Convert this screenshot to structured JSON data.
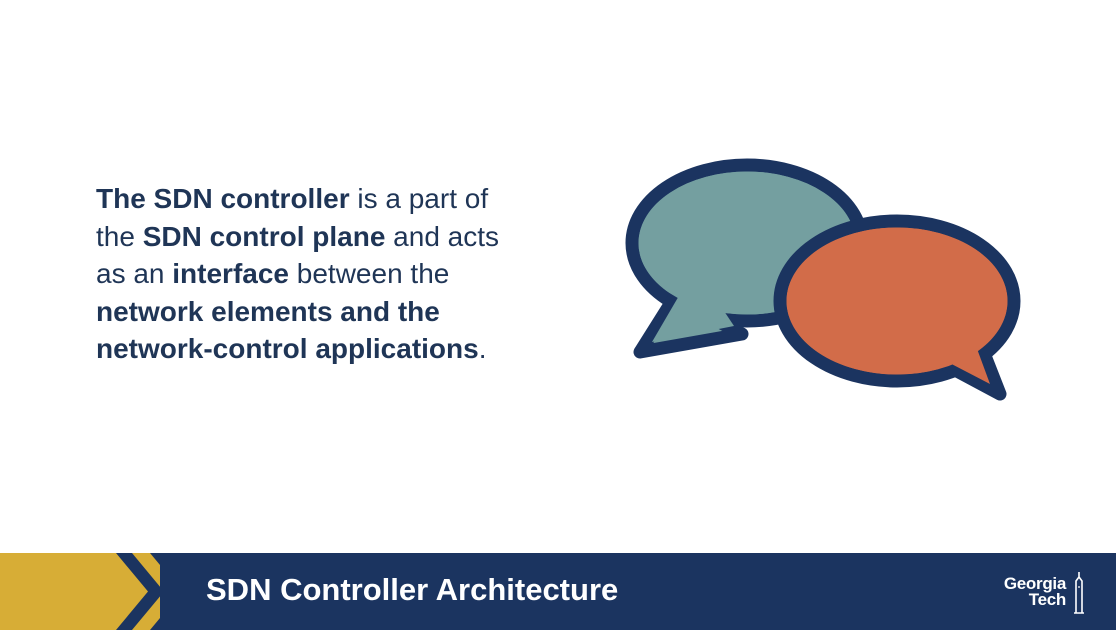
{
  "body_text": {
    "l1_bold": "The SDN controller",
    "l1_rest": " is a part of",
    "l2_pre": "the ",
    "l2_bold": "SDN control plane",
    "l2_rest": " and acts",
    "l3_pre": "as an ",
    "l3_bold": "interface",
    "l3_rest": " between the",
    "l4_bold": "network elements and the",
    "l5_bold": "network-control applications",
    "l5_rest": "."
  },
  "footer": {
    "title": "SDN Controller Architecture",
    "logo_line1": "Georgia",
    "logo_line2": "Tech"
  },
  "icons": [
    "speech-bubbles-icon",
    "chevron-right-icon",
    "tower-icon"
  ],
  "colors": {
    "navy": "#1b3460",
    "text": "#1f3556",
    "gold": "#d7ad36",
    "bubble_teal": "#749fa0",
    "bubble_orange": "#d26c49"
  }
}
